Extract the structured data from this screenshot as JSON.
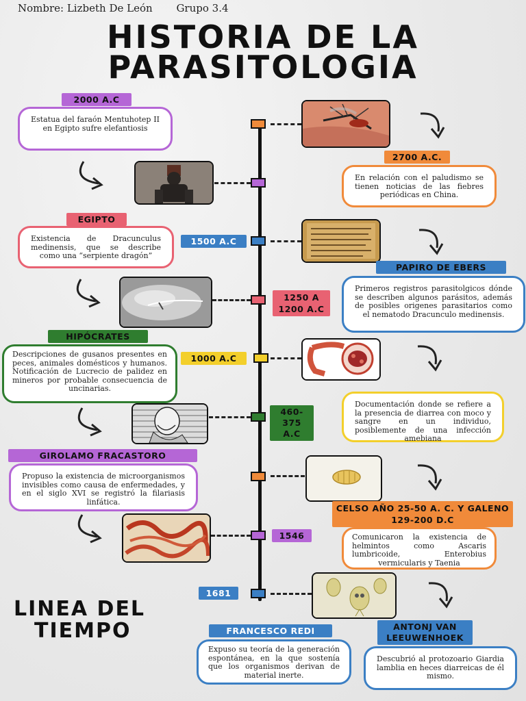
{
  "header": {
    "author": "Nombre: Lizbeth De León",
    "group": "Grupo 3.4"
  },
  "title": {
    "line1": "HISTORIA DE LA",
    "line2": "PARASITOLOGIA"
  },
  "footer_title": {
    "line1": "LINEA DEL",
    "line2": "TIEMPO"
  },
  "colors": {
    "orange": "#f08a3a",
    "purple": "#b566d6",
    "blue": "#3b7fc4",
    "pink": "#e86272",
    "yellow": "#f3cf2b",
    "green": "#2f7d2f"
  },
  "events": [
    {
      "label": "2000 A.C",
      "text": "Estatua del faraón Mentuhotep II en Egipto sufre elefantiosis",
      "image": "statue-image"
    },
    {
      "label": "2700 A.C.",
      "text": "En relación con el paludismo se tienen noticias de las fiebres periódicas en China.",
      "image": "mosquito-image"
    },
    {
      "label": "EGIPTO",
      "text": "Existencia de Dracunculus medinensis, que se describe como una “serpiente dragón”",
      "image": ""
    },
    {
      "label": "1500 A.C",
      "text": "",
      "image": "papyrus-image"
    },
    {
      "label": "PAPIRO DE EBERS",
      "text": "Primeros registros parasitolgicos dónde se describen algunos parásitos, además de posibles origenes parasitarios como el nematodo Dracunculo medinensis.",
      "image": ""
    },
    {
      "label": "1250 A 1200 A.C",
      "text": "",
      "image": "worm-extraction-image"
    },
    {
      "label": "HIPÓCRATES",
      "text": "Descripciones de gusanos presentes en peces, animales domésticos y humanos. Notificación de Lucrecio de palidez en mineros por probable consecuencia de uncinarias.",
      "image": ""
    },
    {
      "label": "1000 A.C",
      "text": "",
      "image": "intestine-image"
    },
    {
      "label": "460-375 A.C",
      "text": "Documentación donde se refiere a la presencia de diarrea con moco y sangre en un individuo, posiblemente de una infección amebiana",
      "image": "hippocrates-image"
    },
    {
      "label": "GIROLAMO FRACASTORO",
      "text": "Propuso la existencia de microorganismos invisibles como causa de enfermedades, y en el siglo XVI se registró la filariasis linfática.",
      "image": ""
    },
    {
      "label": "CELSO AÑO 25-50 A. C. Y GALENO 129-200 D.C",
      "text": "Comunicaron la existencia de helmintos como Ascaris lumbricoide, Enterobius vermicularis y Taenia",
      "image": "parasite-egg-image"
    },
    {
      "label": "1546",
      "text": "",
      "image": "filaria-image"
    },
    {
      "label": "1681",
      "text": "",
      "image": "giardia-image"
    },
    {
      "label": "FRANCESCO REDI",
      "text": "Expuso su teoría de la generación espontánea, en la que sostenía que los organismos derivan de material inerte.",
      "image": ""
    },
    {
      "label": "ANTONJ VAN LEEUWENHOEK",
      "text": "Descubrió al protozoario Giardia lamblia en heces diarreicas de él mismo.",
      "image": ""
    }
  ]
}
